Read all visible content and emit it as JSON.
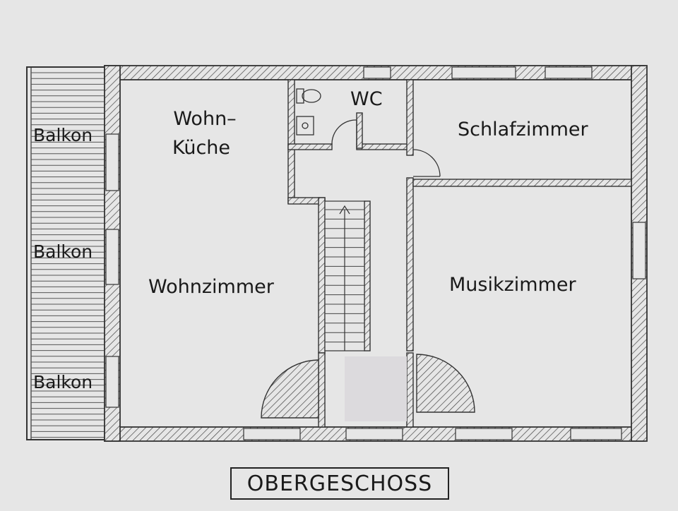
{
  "rooms": {
    "wohnkueche_line1": "Wohn–",
    "wohnkueche_line2": "Küche",
    "wc": "WC",
    "schlafzimmer": "Schlafzimmer",
    "wohnzimmer": "Wohnzimmer",
    "musikzimmer": "Musikzimmer"
  },
  "balconies": [
    "Balkon",
    "Balkon",
    "Balkon"
  ],
  "floor_title": "OBERGESCHOSS",
  "colors": {
    "background": "#e6e6e6",
    "wall": "#333333",
    "hatch": "#555555"
  }
}
